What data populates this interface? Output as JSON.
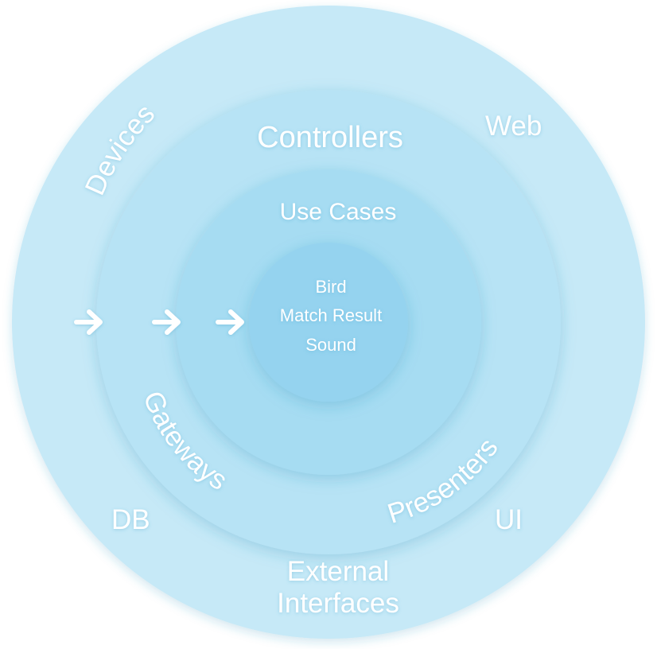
{
  "colors": {
    "ring_outer": "#c6e9f7",
    "ring_2": "#b7e3f5",
    "ring_3": "#a6dcf2",
    "ring_core": "#95d3ef",
    "text": "#ffffff"
  },
  "diagram": {
    "outer_ring": {
      "devices": "Devices",
      "web": "Web",
      "db": "DB",
      "ui": "UI",
      "external_line1": "External",
      "external_line2": "Interfaces"
    },
    "adapter_ring": {
      "controllers": "Controllers",
      "gateways": "Gateways",
      "presenters": "Presenters"
    },
    "usecase_ring": {
      "use_cases": "Use Cases"
    },
    "core": {
      "line1": "Bird",
      "line2": "Match Result",
      "line3": "Sound"
    },
    "arrows": [
      "arrow-right-icon",
      "arrow-right-icon",
      "arrow-right-icon"
    ]
  }
}
